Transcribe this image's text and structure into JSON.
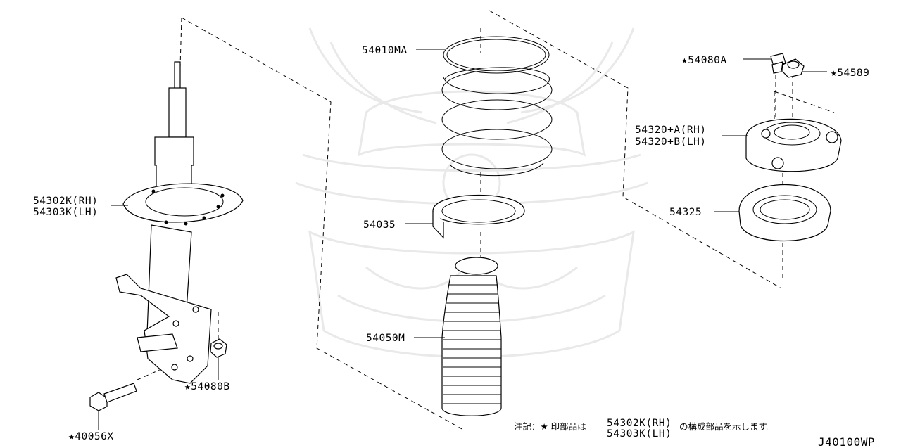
{
  "diagram": {
    "code": "J40100WP",
    "parts": [
      {
        "id": "p-54010ma",
        "label": "54010MA"
      },
      {
        "id": "p-54035",
        "label": "54035"
      },
      {
        "id": "p-54050m",
        "label": "54050M"
      },
      {
        "id": "p-54080a",
        "label": "★54080A"
      },
      {
        "id": "p-54589",
        "label": "★54589"
      },
      {
        "id": "p-54320a",
        "label": "54320+A(RH)"
      },
      {
        "id": "p-54320b",
        "label": "54320+B(LH)"
      },
      {
        "id": "p-54325",
        "label": "54325"
      },
      {
        "id": "p-54302k",
        "label": "54302K(RH)"
      },
      {
        "id": "p-54303k",
        "label": "54303K(LH)"
      },
      {
        "id": "p-54080b",
        "label": "★54080B"
      },
      {
        "id": "p-40056x",
        "label": "★40056X"
      }
    ],
    "note": {
      "prefix": "注記：★ 印部品は",
      "ref_rh": "54302K(RH)",
      "ref_lh": "54303K(LH)",
      "suffix": "の構成部品を示します。"
    }
  }
}
